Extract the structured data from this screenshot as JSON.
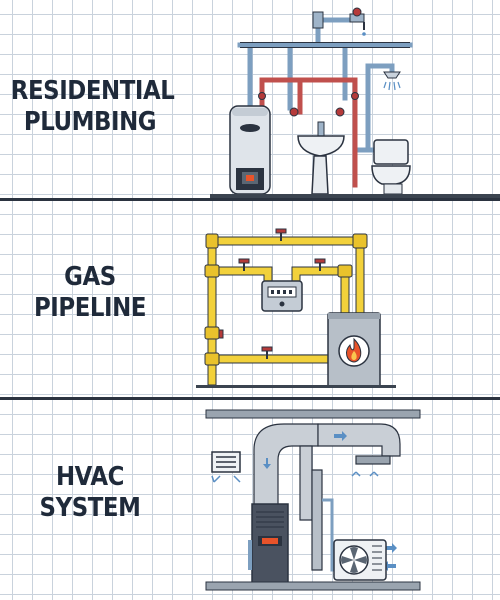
{
  "sections": {
    "plumbing": {
      "line1": "RESIDENTIAL",
      "line2": "PLUMBING"
    },
    "gas": {
      "line1": "GAS",
      "line2": "PIPELINE"
    },
    "hvac": {
      "line1": "HVAC",
      "line2": "SYSTEM"
    }
  },
  "icons": {
    "plumbing": [
      "water-heater-icon",
      "sink-icon",
      "toilet-icon",
      "shower-head-icon",
      "faucet-icon"
    ],
    "gas": [
      "gas-meter-icon",
      "furnace-flame-icon",
      "valve-icon"
    ],
    "hvac": [
      "furnace-icon",
      "ac-condenser-icon",
      "vent-icon",
      "duct-icon"
    ]
  },
  "colors": {
    "cold_pipe": "#7d9fc0",
    "hot_pipe": "#c0504d",
    "gas_pipe": "#f2d13b",
    "valve": "#b53a3a",
    "flame": "#e8532a",
    "duct": "#c9cfd6",
    "ink": "#1f2a3a"
  }
}
